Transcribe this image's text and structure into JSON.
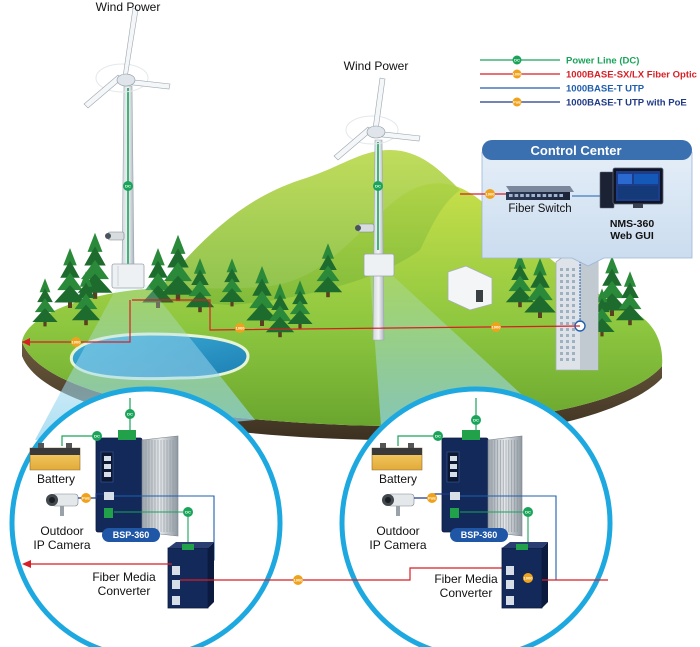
{
  "title_left_turbine": "Wind Power",
  "title_right_turbine": "Wind Power",
  "legend": {
    "items": [
      {
        "label": "Power Line (DC)",
        "color": "#1aa45a",
        "badge": "DC"
      },
      {
        "label": "1000BASE-SX/LX Fiber Optic",
        "color": "#d81f26",
        "badge": "1000"
      },
      {
        "label": "1000BASE-T UTP",
        "color": "#1f5fae",
        "badge": ""
      },
      {
        "label": "1000BASE-T UTP with PoE",
        "color": "#1f3a86",
        "badge": "PoE"
      }
    ]
  },
  "control_center": {
    "title": "Control Center",
    "switch_label": "Fiber Switch",
    "nms_label_1": "NMS-360",
    "nms_label_2": "Web GUI"
  },
  "left_circle": {
    "battery": "Battery",
    "camera_1": "Outdoor",
    "camera_2": "IP Camera",
    "device": "BSP-360",
    "converter_1": "Fiber Media",
    "converter_2": "Converter"
  },
  "right_circle": {
    "battery": "Battery",
    "camera_1": "Outdoor",
    "camera_2": "IP Camera",
    "device": "BSP-360",
    "converter_1": "Fiber Media",
    "converter_2": "Converter"
  },
  "badges": {
    "dc": "DC",
    "fiber": "1000",
    "poe": "PoE"
  },
  "colors": {
    "dc": "#1aa45a",
    "fiber": "#d81f26",
    "utp": "#1f5fae",
    "poe": "#1f3a86",
    "circle": "#1ea8e0",
    "grass": "#8cc63f",
    "cc_header": "#3a6fb0"
  }
}
